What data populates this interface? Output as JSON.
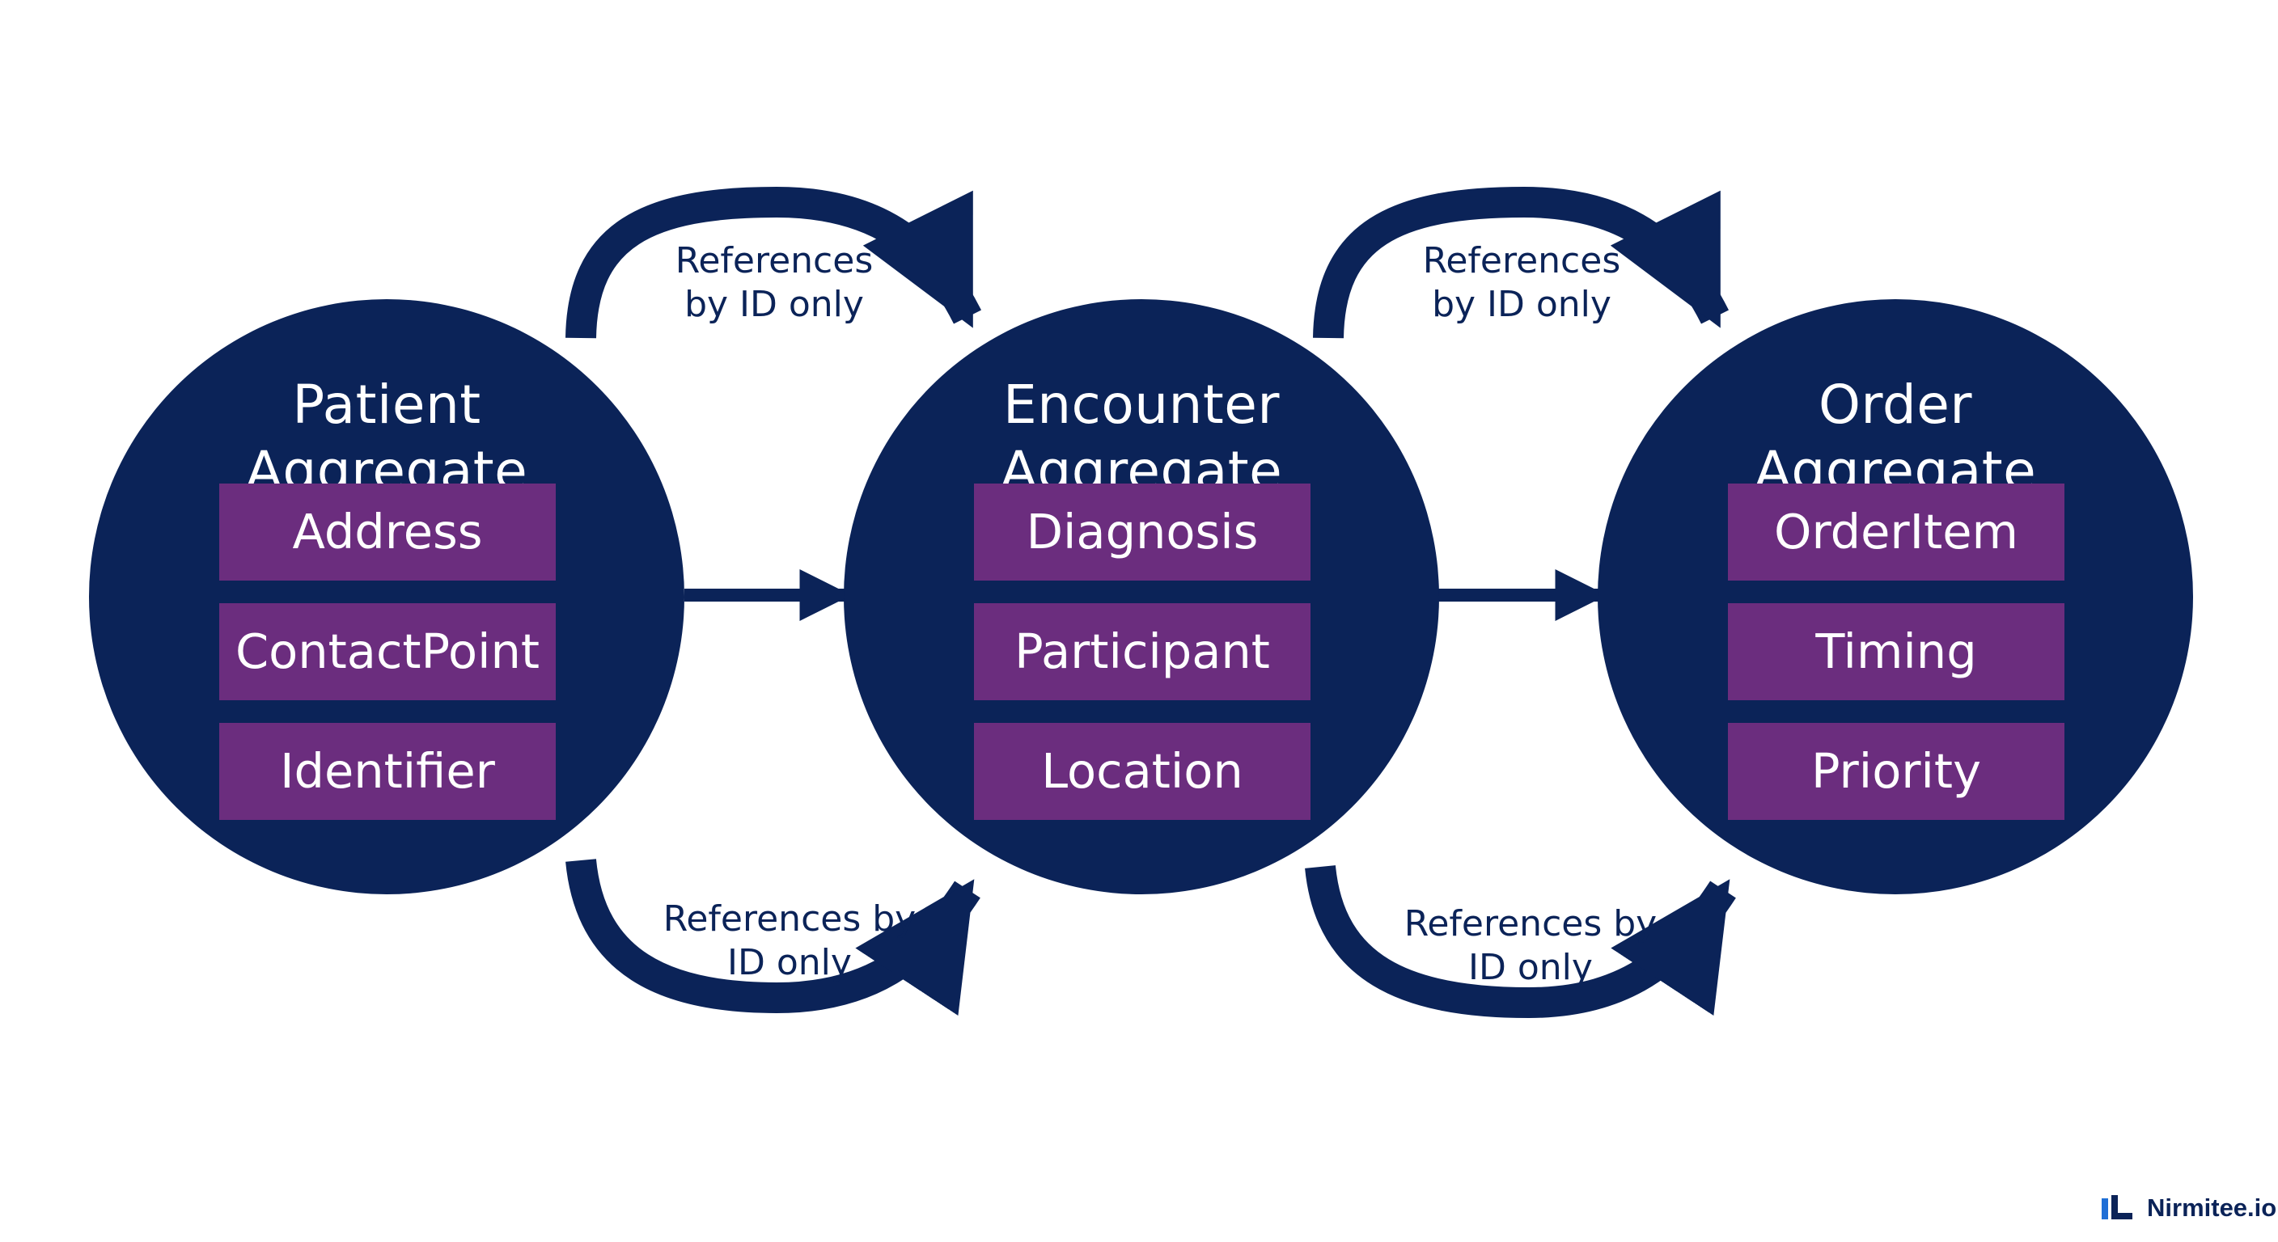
{
  "colors": {
    "circle": "#0b2358",
    "item_box": "#6b2d7e",
    "arrow": "#0b2358",
    "label_text": "#0b2358",
    "background": "#ffffff"
  },
  "aggregates": [
    {
      "title": "Patient\nAggregate",
      "items": [
        "Address",
        "ContactPoint",
        "Identifier"
      ]
    },
    {
      "title": "Encounter\nAggregate",
      "items": [
        "Diagnosis",
        "Participant",
        "Location"
      ]
    },
    {
      "title": "Order\nAggregate",
      "items": [
        "OrderItem",
        "Timing",
        "Priority"
      ]
    }
  ],
  "connections": [
    {
      "from": "Patient Aggregate",
      "to": "Encounter Aggregate",
      "top_label": "References\nby ID only",
      "bottom_label": "References by\nID only"
    },
    {
      "from": "Encounter Aggregate",
      "to": "Order Aggregate",
      "top_label": "References\nby ID only",
      "bottom_label": "References by\nID only"
    }
  ],
  "brand": {
    "name": "Nirmitee.io",
    "icon": "nirmitee-logo-icon"
  }
}
